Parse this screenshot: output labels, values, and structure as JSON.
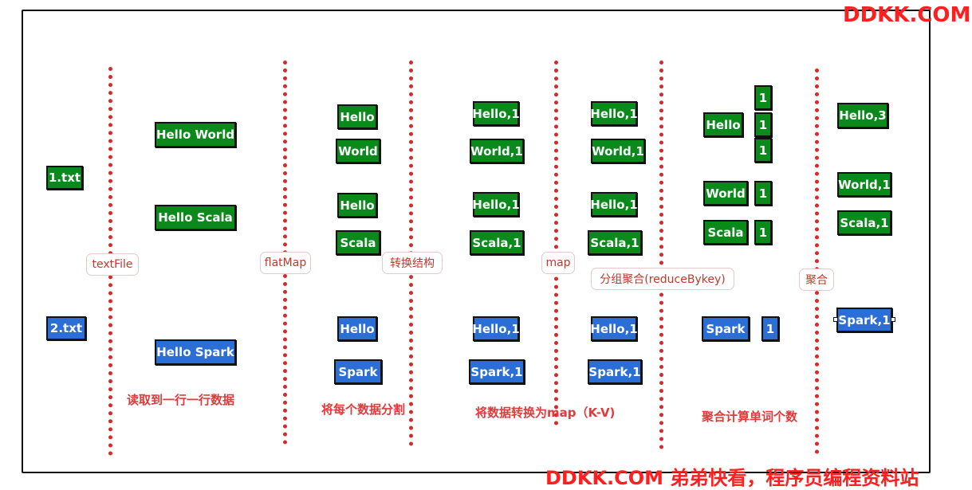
{
  "watermark_top": "DDKK.COM",
  "watermark_bottom": "DDKK.COM 弟弟快看，程序员编程资料站",
  "colors": {
    "green": "#0b8a1c",
    "blue": "#2b6fd6",
    "dots": "#d42a2a",
    "note": "#e03a3a",
    "watermark": "#ff1f1f"
  },
  "files": {
    "file1": "1.txt",
    "file2": "2.txt"
  },
  "lines": {
    "l1": "Hello World",
    "l2": "Hello Scala",
    "l3": "Hello Spark"
  },
  "words": {
    "w1": "Hello",
    "w2": "World",
    "w3": "Hello",
    "w4": "Scala",
    "w5": "Hello",
    "w6": "Spark"
  },
  "pairs": {
    "p1": "Hello,1",
    "p2": "World,1",
    "p3": "Hello,1",
    "p4": "Scala,1",
    "p5": "Hello,1",
    "p6": "Spark,1"
  },
  "mapped": {
    "m1": "Hello,1",
    "m2": "World,1",
    "m3": "Hello,1",
    "m4": "Scala,1",
    "m5": "Hello,1",
    "m6": "Spark,1"
  },
  "grouped": {
    "hello_key": "Hello",
    "hello_v1": "1",
    "hello_v2": "1",
    "hello_v3": "1",
    "world_key": "World",
    "world_v1": "1",
    "scala_key": "Scala",
    "scala_v1": "1",
    "spark_key": "Spark",
    "spark_v1": "1"
  },
  "results": {
    "r1": "Hello,3",
    "r2": "World,1",
    "r3": "Scala,1",
    "r4": "Spark,1"
  },
  "operations": {
    "textFile": "textFile",
    "flatMap": "flatMap",
    "transform": "转换结构",
    "map": "map",
    "groupReduce": "分组聚合(reduceBykey)",
    "aggregate": "聚合"
  },
  "notes": {
    "read": "读取到一行一行数据",
    "split": "将每个数据分割",
    "toMap": "将数据转换为map（K-V)",
    "count": "聚合计算单词个数"
  }
}
